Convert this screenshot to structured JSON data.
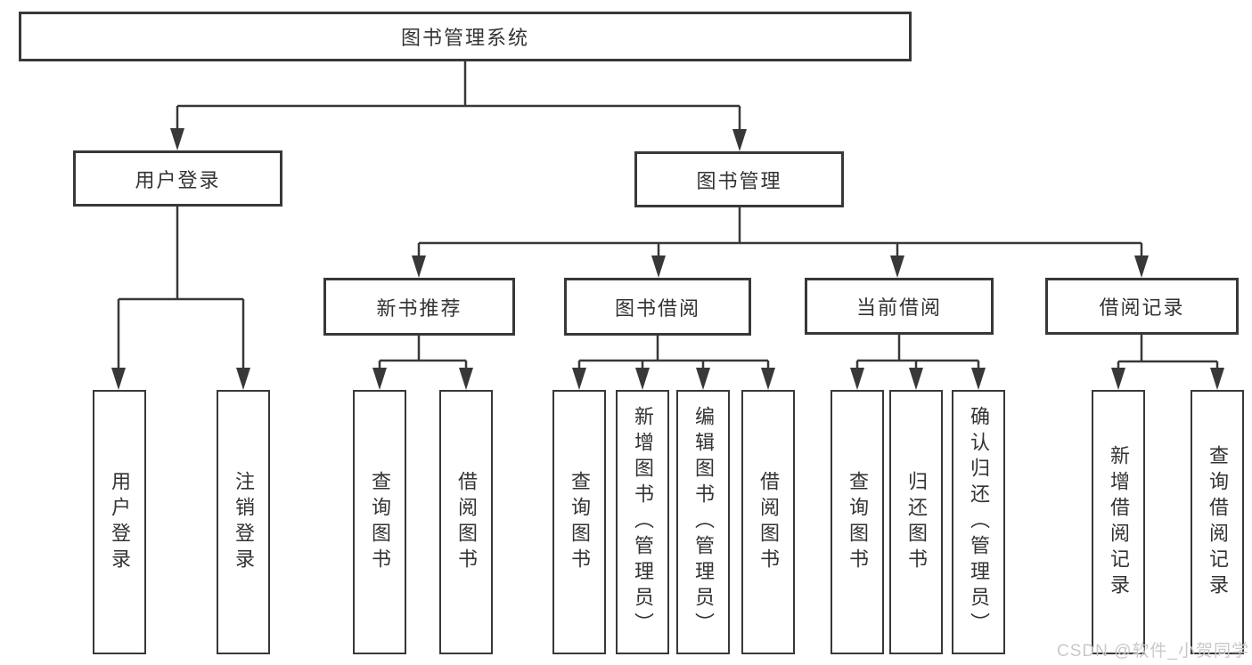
{
  "diagram": {
    "type": "hierarchy-tree",
    "colors": {
      "line": "#383838",
      "box_border": "#383838",
      "text": "#333333",
      "background": "#ffffff",
      "watermark": "#c9c9c9"
    },
    "nodes": {
      "root": {
        "label": "图书管理系统"
      },
      "level1": [
        {
          "label": "用户登录"
        },
        {
          "label": "图书管理"
        }
      ],
      "level2": [
        {
          "label": "新书推荐",
          "parent": "图书管理"
        },
        {
          "label": "图书借阅",
          "parent": "图书管理"
        },
        {
          "label": "当前借阅",
          "parent": "图书管理"
        },
        {
          "label": "借阅记录",
          "parent": "图书管理"
        }
      ],
      "leaves": [
        {
          "label": "用户登录",
          "parent": "用户登录"
        },
        {
          "label": "注销登录",
          "parent": "用户登录"
        },
        {
          "label": "查询图书",
          "parent": "新书推荐"
        },
        {
          "label": "借阅图书",
          "parent": "新书推荐"
        },
        {
          "label": "查询图书",
          "parent": "图书借阅"
        },
        {
          "label": "新增图书（管理员）",
          "parent": "图书借阅"
        },
        {
          "label": "编辑图书（管理员）",
          "parent": "图书借阅"
        },
        {
          "label": "借阅图书",
          "parent": "图书借阅"
        },
        {
          "label": "查询图书",
          "parent": "当前借阅"
        },
        {
          "label": "归还图书",
          "parent": "当前借阅"
        },
        {
          "label": "确认归还（管理员）",
          "parent": "当前借阅"
        },
        {
          "label": "新增借阅记录",
          "parent": "借阅记录"
        },
        {
          "label": "查询借阅记录",
          "parent": "借阅记录"
        }
      ]
    },
    "watermark": "CSDN @软件_小贺同学"
  }
}
